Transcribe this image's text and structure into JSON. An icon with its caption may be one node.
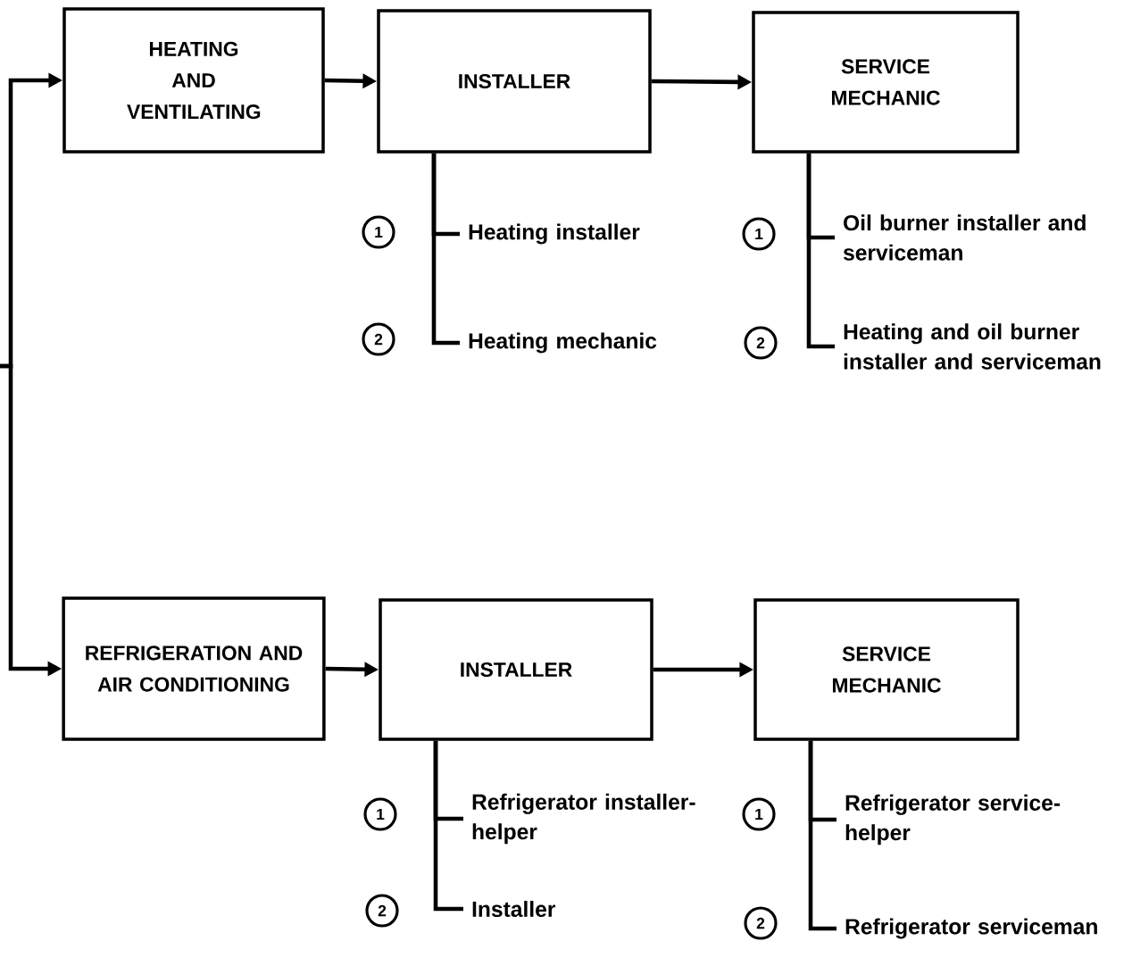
{
  "diagram": {
    "nodes": [
      {
        "text": [
          "HEATING AND VENTILATING"
        ]
      },
      {
        "text": [
          "INSTALLER"
        ]
      },
      {
        "text": [
          "SERVICE MECHANIC"
        ]
      },
      {
        "text": [
          "REFRIGERATION AND AIR CONDITIONING"
        ]
      },
      {
        "text": [
          "INSTALLER"
        ]
      },
      {
        "text": [
          "SERVICE MECHANIC"
        ]
      },
      {
        "text": [
          "1"
        ]
      },
      {
        "text": [
          "Heating installer"
        ]
      },
      {
        "text": [
          "2"
        ]
      },
      {
        "text": [
          "Heating mechanic"
        ]
      },
      {
        "text": [
          "1"
        ]
      },
      {
        "text": [
          "Oil burner installer and serviceman"
        ]
      },
      {
        "text": [
          "2"
        ]
      },
      {
        "text": [
          "Heating and oil burner installer and serviceman"
        ]
      },
      {
        "text": [
          "1"
        ]
      },
      {
        "text": [
          "Refrigerator installer-helper"
        ]
      },
      {
        "text": [
          "2"
        ]
      },
      {
        "text": [
          "Installer"
        ]
      },
      {
        "text": [
          "1"
        ]
      },
      {
        "text": [
          "Refrigerator service-helper"
        ]
      },
      {
        "text": [
          "2"
        ]
      },
      {
        "text": [
          "Refrigerator serviceman"
        ]
      }
    ],
    "edges": [
      {
        "from": null,
        "to": 0,
        "arrow": "to"
      },
      {
        "from": null,
        "to": 3,
        "arrow": "to"
      },
      {
        "from": 0,
        "to": 1,
        "arrow": "to"
      },
      {
        "from": 1,
        "to": 2,
        "arrow": "to"
      },
      {
        "from": 3,
        "to": 4,
        "arrow": "to"
      },
      {
        "from": 4,
        "to": 5,
        "arrow": "to"
      },
      {
        "from": 1,
        "to": 7,
        "arrow": "none"
      },
      {
        "from": 1,
        "to": 9,
        "arrow": "none"
      },
      {
        "from": 2,
        "to": 11,
        "arrow": "none"
      },
      {
        "from": 2,
        "to": 13,
        "arrow": "none"
      },
      {
        "from": 4,
        "to": 15,
        "arrow": "none"
      },
      {
        "from": 4,
        "to": 17,
        "arrow": "none"
      },
      {
        "from": 5,
        "to": 19,
        "arrow": "none"
      },
      {
        "from": 5,
        "to": 21,
        "arrow": "none"
      }
    ]
  }
}
